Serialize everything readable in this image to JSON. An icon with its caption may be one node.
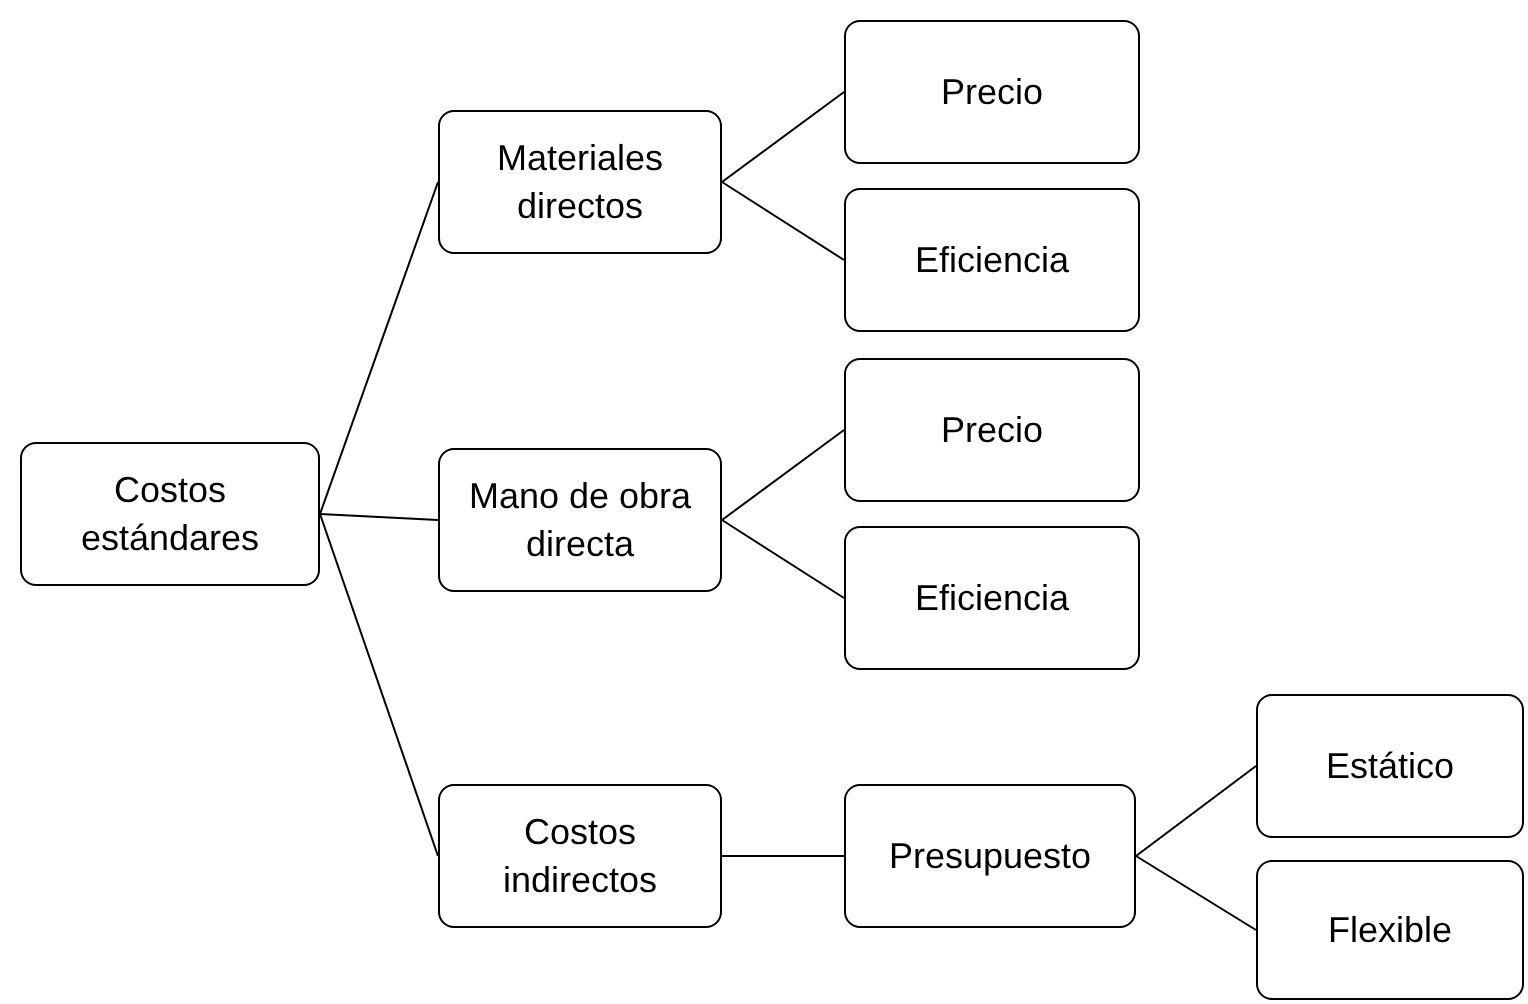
{
  "diagram": {
    "nodes": [
      {
        "text": [
          "Costos estándares"
        ]
      },
      {
        "text": [
          "Materiales directos"
        ]
      },
      {
        "text": [
          "Precio"
        ]
      },
      {
        "text": [
          "Eficiencia"
        ]
      },
      {
        "text": [
          "Mano de obra directa"
        ]
      },
      {
        "text": [
          "Precio"
        ]
      },
      {
        "text": [
          "Eficiencia"
        ]
      },
      {
        "text": [
          "Costos indirectos"
        ]
      },
      {
        "text": [
          "Presupuesto"
        ]
      },
      {
        "text": [
          "Estático"
        ]
      },
      {
        "text": [
          "Flexible"
        ]
      }
    ],
    "edges": [
      {
        "from": 0,
        "to": 1,
        "arrow": "none"
      },
      {
        "from": 0,
        "to": 4,
        "arrow": "none"
      },
      {
        "from": 0,
        "to": 7,
        "arrow": "none"
      },
      {
        "from": 1,
        "to": 2,
        "arrow": "none"
      },
      {
        "from": 1,
        "to": 3,
        "arrow": "none"
      },
      {
        "from": 4,
        "to": 5,
        "arrow": "none"
      },
      {
        "from": 4,
        "to": 6,
        "arrow": "none"
      },
      {
        "from": 7,
        "to": 8,
        "arrow": "none"
      },
      {
        "from": 8,
        "to": 9,
        "arrow": "none"
      },
      {
        "from": 8,
        "to": 10,
        "arrow": "none"
      }
    ]
  }
}
